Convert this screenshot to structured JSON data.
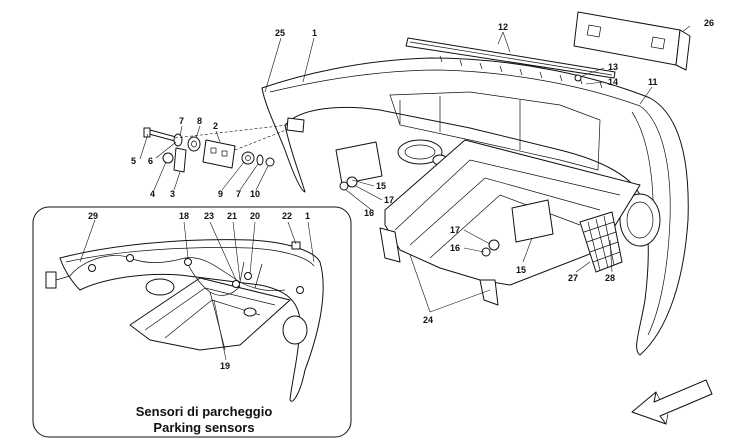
{
  "callouts": {
    "c1": "1",
    "c2": "2",
    "c3": "3",
    "c4": "4",
    "c5": "5",
    "c6": "6",
    "c7": "7",
    "c7b": "7",
    "c8": "8",
    "c9": "9",
    "c10": "10",
    "c11": "11",
    "c12": "12",
    "c13": "13",
    "c14": "14",
    "c15": "15",
    "c15b": "15",
    "c16": "16",
    "c16b": "16",
    "c17": "17",
    "c17b": "17",
    "c18": "18",
    "c19": "19",
    "c20": "20",
    "c21": "21",
    "c22": "22",
    "c23": "23",
    "c24": "24",
    "c25": "25",
    "c26": "26",
    "c27": "27",
    "c28": "28",
    "c29": "29",
    "c1b": "1"
  },
  "inset": {
    "caption_it": "Sensori di parcheggio",
    "caption_en": "Parking sensors"
  }
}
